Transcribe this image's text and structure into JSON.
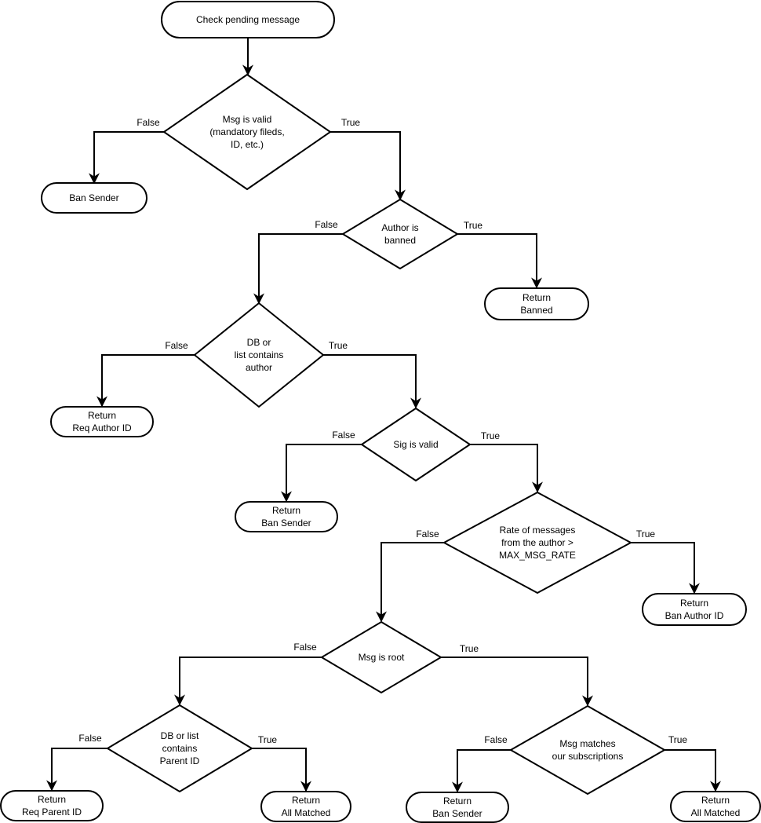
{
  "colors": {
    "background": "#ffffff",
    "stroke": "#000000",
    "text": "#000000"
  },
  "nodes": {
    "start": {
      "kind": "terminal",
      "lines": [
        "Check pending message"
      ]
    },
    "d_valid": {
      "kind": "decision",
      "lines": [
        "Msg is valid",
        "(mandatory fileds,",
        "ID, etc.)"
      ]
    },
    "ban_sender_1": {
      "kind": "terminal",
      "lines": [
        "Ban Sender"
      ]
    },
    "d_banned": {
      "kind": "decision",
      "lines": [
        "Author is",
        "banned"
      ]
    },
    "ret_banned": {
      "kind": "terminal",
      "lines": [
        "Return",
        "Banned"
      ]
    },
    "d_contains_author": {
      "kind": "decision",
      "lines": [
        "DB or",
        "list contains",
        "author"
      ]
    },
    "ret_req_author": {
      "kind": "terminal",
      "lines": [
        "Return",
        "Req Author ID"
      ]
    },
    "d_sig": {
      "kind": "decision",
      "lines": [
        "Sig is valid"
      ]
    },
    "ret_ban_sender_1": {
      "kind": "terminal",
      "lines": [
        "Return",
        "Ban Sender"
      ]
    },
    "d_rate": {
      "kind": "decision",
      "lines": [
        "Rate of messages",
        "from the author >",
        "MAX_MSG_RATE"
      ]
    },
    "ret_ban_author": {
      "kind": "terminal",
      "lines": [
        "Return",
        "Ban Author ID"
      ]
    },
    "d_root": {
      "kind": "decision",
      "lines": [
        "Msg is root"
      ]
    },
    "d_parent": {
      "kind": "decision",
      "lines": [
        "DB or list",
        "contains",
        "Parent ID"
      ]
    },
    "ret_req_parent": {
      "kind": "terminal",
      "lines": [
        "Return",
        "Req Parent ID"
      ]
    },
    "ret_all_matched_1": {
      "kind": "terminal",
      "lines": [
        "Return",
        "All Matched"
      ]
    },
    "d_subs": {
      "kind": "decision",
      "lines": [
        "Msg matches",
        "our subscriptions"
      ]
    },
    "ret_ban_sender_2": {
      "kind": "terminal",
      "lines": [
        "Return",
        "Ban Sender"
      ]
    },
    "ret_all_matched_2": {
      "kind": "terminal",
      "lines": [
        "Return",
        "All Matched"
      ]
    }
  },
  "edges": [
    {
      "from": "start",
      "to": "d_valid",
      "label": ""
    },
    {
      "from": "d_valid",
      "to": "ban_sender_1",
      "label": "False"
    },
    {
      "from": "d_valid",
      "to": "d_banned",
      "label": "True"
    },
    {
      "from": "d_banned",
      "to": "d_contains_author",
      "label": "False"
    },
    {
      "from": "d_banned",
      "to": "ret_banned",
      "label": "True"
    },
    {
      "from": "d_contains_author",
      "to": "ret_req_author",
      "label": "False"
    },
    {
      "from": "d_contains_author",
      "to": "d_sig",
      "label": "True"
    },
    {
      "from": "d_sig",
      "to": "ret_ban_sender_1",
      "label": "False"
    },
    {
      "from": "d_sig",
      "to": "d_rate",
      "label": "True"
    },
    {
      "from": "d_rate",
      "to": "d_root",
      "label": "False"
    },
    {
      "from": "d_rate",
      "to": "ret_ban_author",
      "label": "True"
    },
    {
      "from": "d_root",
      "to": "d_parent",
      "label": "False"
    },
    {
      "from": "d_root",
      "to": "d_subs",
      "label": "True"
    },
    {
      "from": "d_parent",
      "to": "ret_req_parent",
      "label": "False"
    },
    {
      "from": "d_parent",
      "to": "ret_all_matched_1",
      "label": "True"
    },
    {
      "from": "d_subs",
      "to": "ret_ban_sender_2",
      "label": "False"
    },
    {
      "from": "d_subs",
      "to": "ret_all_matched_2",
      "label": "True"
    }
  ]
}
